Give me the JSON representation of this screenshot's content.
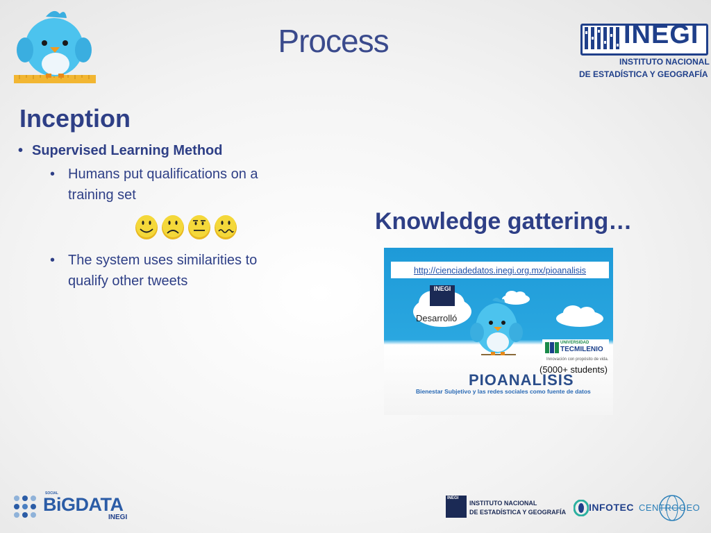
{
  "slide": {
    "title": "Process",
    "section_heading": "Inception",
    "bullets": {
      "b1": "Supervised Learning Method",
      "b2": "Humans put qualifications on a training set",
      "b3": "The system uses similarities to qualify other tweets"
    },
    "bullet_glyph": "•",
    "knowledge_heading": "Knowledge gattering…"
  },
  "header_logo": {
    "word": "INEGI",
    "line1": "INSTITUTO NACIONAL",
    "line2": "DE ESTADÍSTICA Y GEOGRAFÍA"
  },
  "panel": {
    "url": "http://cienciadedatos.inegi.org.mx/pioanalisis",
    "mini_logo": "INEGI",
    "developed_label": "Desarrolló",
    "app_name": "PIOANALISIS",
    "subtitle": "Bienestar Subjetivo y las redes sociales como fuente de datos",
    "partner_line1": "UNIVERSIDAD",
    "partner_line2": "TECMILENIO",
    "partner_tagline": "Innovación con propósito de vida.",
    "students_note": "(5000+ students)"
  },
  "footer": {
    "bigdata_small": "SOCIAL",
    "bigdata_word": "BiGDATA",
    "bigdata_inegi": "INEGI",
    "inegi_tag": "INEGI",
    "inegi_line1": "INSTITUTO NACIONAL",
    "inegi_line2": "DE ESTADÍSTICA Y GEOGRAFÍA",
    "infotec": "INFOTEC",
    "centrogeo": "CENTROGEO"
  },
  "faces": [
    "smiling-face-icon",
    "frowning-face-icon",
    "neutral-face-icon",
    "wavy-mouth-face-icon"
  ],
  "colors": {
    "heading_blue": "#2e3f86",
    "title_blue": "#3a4a8c",
    "panel_blue": "#1e9ad8",
    "bird_blue": "#4cc3ee",
    "face_yellow": "#f2d22c"
  }
}
